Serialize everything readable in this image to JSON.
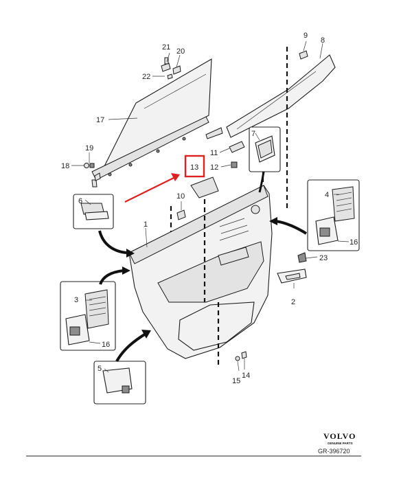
{
  "callouts": {
    "c1": "1",
    "c2": "2",
    "c3": "3",
    "c4": "4",
    "c5": "5",
    "c6": "6",
    "c7": "7",
    "c8": "8",
    "c9": "9",
    "c10": "10",
    "c11": "11",
    "c12": "12",
    "c13": "13",
    "c14": "14",
    "c15": "15",
    "c16a": "16",
    "c16b": "16",
    "c17": "17",
    "c18": "18",
    "c19": "19",
    "c20": "20",
    "c21": "21",
    "c22": "22",
    "c23": "23"
  },
  "highlight": {
    "part_number": "13",
    "color": "#e02020"
  },
  "logo": {
    "brand": "VOLVO",
    "subtitle": "GENUINE PARTS"
  },
  "reference": "GR-396720"
}
